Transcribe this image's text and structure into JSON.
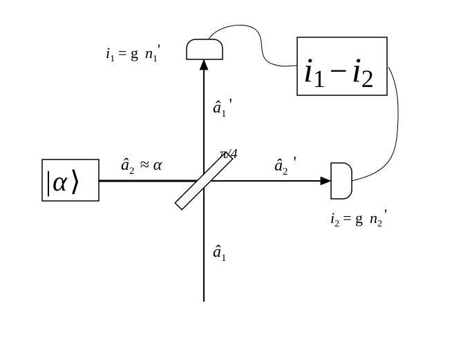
{
  "labels": {
    "detector1_formula": {
      "lhs": "i",
      "sub": "1",
      "rhs": "= g",
      "n": "n",
      "nsub": "1",
      "prime": "'"
    },
    "detector2_formula": {
      "lhs": "i",
      "sub": "2",
      "rhs": "= g",
      "n": "n",
      "nsub": "2",
      "prime": "'"
    },
    "output_mode_1": {
      "symbol": "â",
      "sub": "1",
      "prime": "'"
    },
    "output_mode_2": {
      "symbol": "â",
      "sub": "2",
      "prime": "'"
    },
    "input_mode_1": {
      "symbol": "â",
      "sub": "1"
    },
    "input_mode_2": {
      "symbol": "â",
      "sub": "2",
      "approx": "≈ α"
    },
    "beam_splitter_angle": "π/4",
    "difference_box": {
      "i1": "i",
      "sub1": "1",
      "minus": "−",
      "i2": "i",
      "sub2": "2"
    },
    "coherent_state": {
      "left_bar": "|",
      "alpha": "α",
      "right": "⟩"
    }
  },
  "icons": [
    "detector-1-icon",
    "detector-2-icon",
    "beam-splitter-icon"
  ],
  "colors": {
    "ink": "#000000",
    "background": "#ffffff"
  }
}
